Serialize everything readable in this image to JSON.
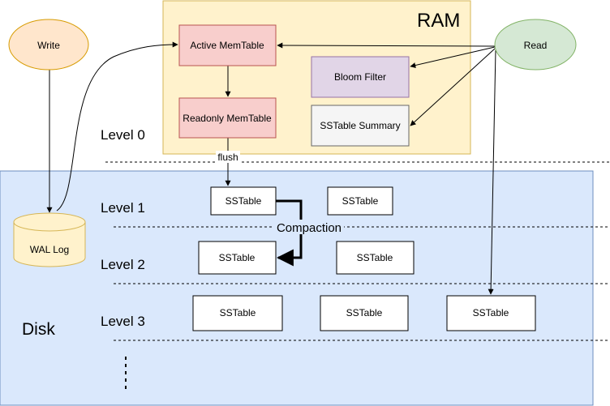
{
  "regions": {
    "ram": {
      "label": "RAM"
    },
    "disk": {
      "label": "Disk"
    }
  },
  "actors": {
    "write": "Write",
    "read": "Read"
  },
  "memory": {
    "active_memtable": "Active MemTable",
    "readonly_memtable": "Readonly MemTable",
    "bloom_filter": "Bloom Filter",
    "sstable_summary": "SSTable Summary"
  },
  "storage": {
    "wal_log": "WAL Log",
    "sstable": "SSTable"
  },
  "levels": [
    "Level 0",
    "Level 1",
    "Level 2",
    "Level 3"
  ],
  "edges": {
    "flush": "flush",
    "compaction": "Compaction"
  },
  "colors": {
    "ram_fill": "#fff2cc",
    "ram_stroke": "#d6b656",
    "disk_fill": "#dae8fc",
    "disk_stroke": "#6c8ebf",
    "memtable_fill": "#f8cecc",
    "memtable_stroke": "#b85450",
    "bloom_fill": "#e1d5e7",
    "bloom_stroke": "#9673a6",
    "summary_fill": "#f5f5f5",
    "summary_stroke": "#666666",
    "write_fill": "#ffe6cc",
    "write_stroke": "#d79b00",
    "read_fill": "#d5e8d4",
    "read_stroke": "#82b366"
  }
}
